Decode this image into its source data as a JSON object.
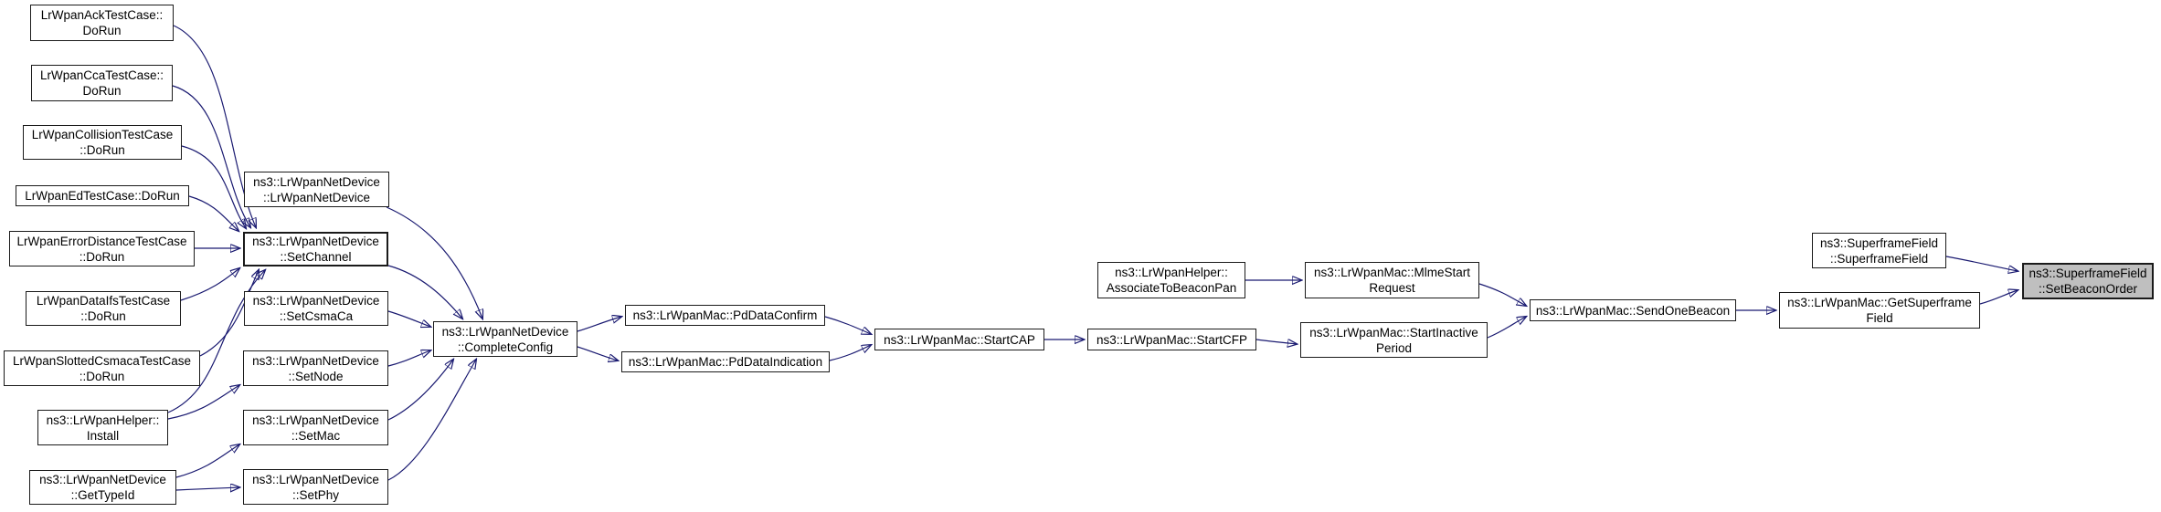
{
  "diagram": {
    "type": "doxygen-caller-graph",
    "target_function": "ns3::SuperframeField::SetBeaconOrder"
  },
  "colors": {
    "edge": "#191970",
    "node_border": "#1a1a1a",
    "node_fill": "#ffffff",
    "highlight_fill": "#bfbfbf",
    "background": "#ffffff"
  },
  "nodes": {
    "ack": {
      "lines": [
        "LrWpanAckTestCase::",
        "DoRun"
      ]
    },
    "cca": {
      "lines": [
        "LrWpanCcaTestCase::",
        "DoRun"
      ]
    },
    "collision": {
      "lines": [
        "LrWpanCollisionTestCase",
        "::DoRun"
      ]
    },
    "ed": {
      "lines": [
        "LrWpanEdTestCase::DoRun"
      ]
    },
    "errordist": {
      "lines": [
        "LrWpanErrorDistanceTestCase",
        "::DoRun"
      ]
    },
    "dataifs": {
      "lines": [
        "LrWpanDataIfsTestCase",
        "::DoRun"
      ]
    },
    "slotted": {
      "lines": [
        "LrWpanSlottedCsmacaTestCase",
        "::DoRun"
      ]
    },
    "install": {
      "lines": [
        "ns3::LrWpanHelper::",
        "Install"
      ]
    },
    "gettypeid": {
      "lines": [
        "ns3::LrWpanNetDevice",
        "::GetTypeId"
      ]
    },
    "ctor": {
      "lines": [
        "ns3::LrWpanNetDevice",
        "::LrWpanNetDevice"
      ]
    },
    "setchannel": {
      "lines": [
        "ns3::LrWpanNetDevice",
        "::SetChannel"
      ]
    },
    "setcsmaca": {
      "lines": [
        "ns3::LrWpanNetDevice",
        "::SetCsmaCa"
      ]
    },
    "setnode": {
      "lines": [
        "ns3::LrWpanNetDevice",
        "::SetNode"
      ]
    },
    "setmac": {
      "lines": [
        "ns3::LrWpanNetDevice",
        "::SetMac"
      ]
    },
    "setphy": {
      "lines": [
        "ns3::LrWpanNetDevice",
        "::SetPhy"
      ]
    },
    "completeconfig": {
      "lines": [
        "ns3::LrWpanNetDevice",
        "::CompleteConfig"
      ]
    },
    "pddataconfirm": {
      "lines": [
        "ns3::LrWpanMac::PdDataConfirm"
      ]
    },
    "pddataindication": {
      "lines": [
        "ns3::LrWpanMac::PdDataIndication"
      ]
    },
    "startcap": {
      "lines": [
        "ns3::LrWpanMac::StartCAP"
      ]
    },
    "startcfp": {
      "lines": [
        "ns3::LrWpanMac::StartCFP"
      ]
    },
    "associate": {
      "lines": [
        "ns3::LrWpanHelper::",
        "AssociateToBeaconPan"
      ]
    },
    "mlmestart": {
      "lines": [
        "ns3::LrWpanMac::MlmeStart",
        "Request"
      ]
    },
    "startinactive": {
      "lines": [
        "ns3::LrWpanMac::StartInactive",
        "Period"
      ]
    },
    "sendonebeacon": {
      "lines": [
        "ns3::LrWpanMac::SendOneBeacon"
      ]
    },
    "getsuperframe": {
      "lines": [
        "ns3::LrWpanMac::GetSuperframe",
        "Field"
      ]
    },
    "sfctor": {
      "lines": [
        "ns3::SuperframeField",
        "::SuperframeField"
      ]
    },
    "setbeaconorder": {
      "lines": [
        "ns3::SuperframeField",
        "::SetBeaconOrder"
      ]
    }
  },
  "edges": [
    {
      "from": "ack",
      "to": "setchannel"
    },
    {
      "from": "cca",
      "to": "setchannel"
    },
    {
      "from": "collision",
      "to": "setchannel"
    },
    {
      "from": "ed",
      "to": "setchannel"
    },
    {
      "from": "errordist",
      "to": "setchannel"
    },
    {
      "from": "dataifs",
      "to": "setchannel"
    },
    {
      "from": "slotted",
      "to": "setchannel"
    },
    {
      "from": "install",
      "to": "setchannel"
    },
    {
      "from": "install",
      "to": "setnode"
    },
    {
      "from": "gettypeid",
      "to": "setmac"
    },
    {
      "from": "gettypeid",
      "to": "setphy"
    },
    {
      "from": "ctor",
      "to": "completeconfig"
    },
    {
      "from": "setchannel",
      "to": "completeconfig"
    },
    {
      "from": "setcsmaca",
      "to": "completeconfig"
    },
    {
      "from": "setnode",
      "to": "completeconfig"
    },
    {
      "from": "setmac",
      "to": "completeconfig"
    },
    {
      "from": "setphy",
      "to": "completeconfig"
    },
    {
      "from": "completeconfig",
      "to": "pddataconfirm"
    },
    {
      "from": "completeconfig",
      "to": "pddataindication"
    },
    {
      "from": "pddataconfirm",
      "to": "startcap"
    },
    {
      "from": "pddataindication",
      "to": "startcap"
    },
    {
      "from": "startcap",
      "to": "startcfp"
    },
    {
      "from": "startcfp",
      "to": "startinactive"
    },
    {
      "from": "associate",
      "to": "mlmestart"
    },
    {
      "from": "mlmestart",
      "to": "sendonebeacon"
    },
    {
      "from": "startinactive",
      "to": "sendonebeacon"
    },
    {
      "from": "sendonebeacon",
      "to": "getsuperframe"
    },
    {
      "from": "getsuperframe",
      "to": "setbeaconorder"
    },
    {
      "from": "sfctor",
      "to": "setbeaconorder"
    }
  ]
}
